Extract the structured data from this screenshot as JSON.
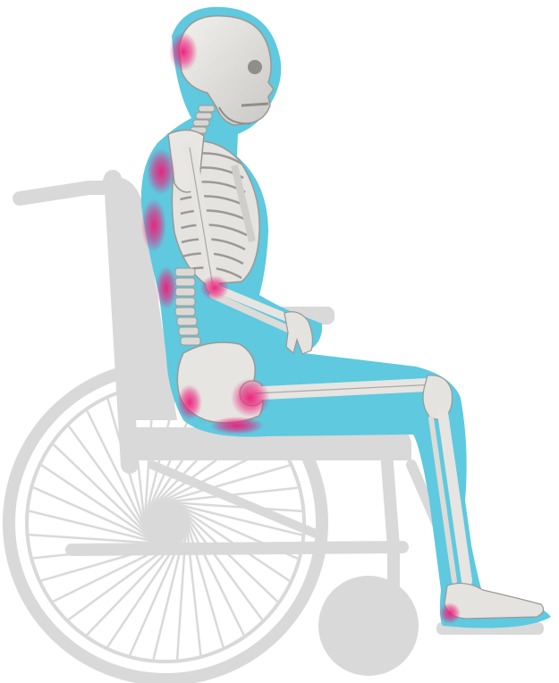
{
  "colors": {
    "background": "#ffffff",
    "wheelchair": "#d9d9da",
    "wheelchair_dark": "#cfcfd0",
    "body_silhouette": "#5ec9df",
    "bone": "#e4e3df",
    "bone_shadow": "#b9b8b4",
    "bone_dark": "#8f8e8a",
    "pressure_point": "#ec1e79"
  },
  "pressure_points": [
    "back-of-head",
    "shoulder-blade",
    "upper-back",
    "spine-lower-back",
    "elbow",
    "sacrum",
    "ischium",
    "heel"
  ]
}
